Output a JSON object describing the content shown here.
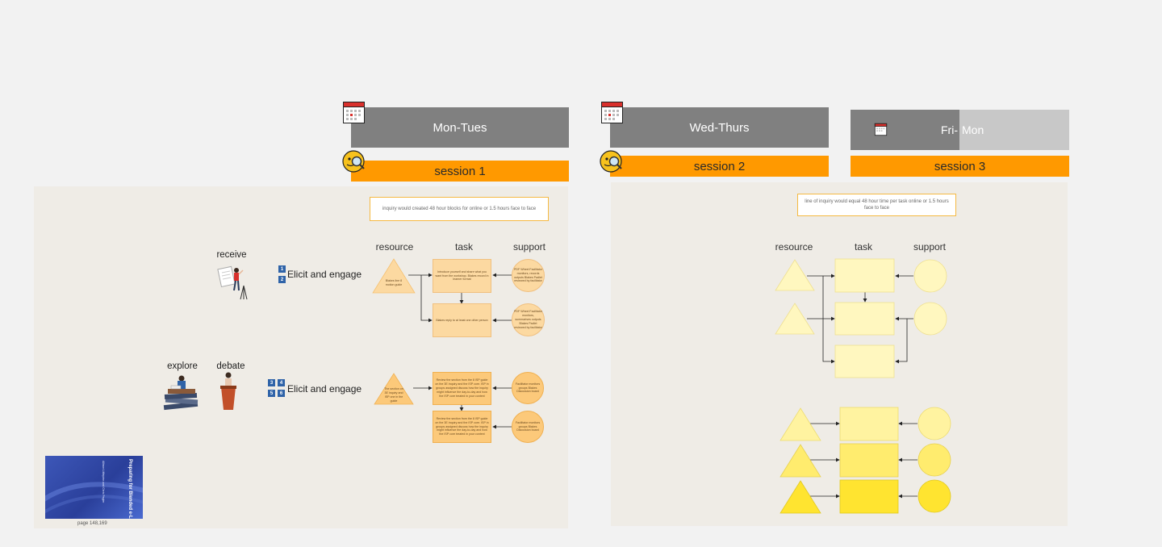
{
  "headers": {
    "mon_tues": "Mon-Tues",
    "wed_thurs": "Wed-Thurs",
    "fri_mon_left": "Fri-",
    "fri_mon_right": "Mon"
  },
  "sessions": [
    "session 1",
    "session 2",
    "session 3"
  ],
  "panel1": {
    "note": "inquiry would created 48 hour blocks for online or 1.5 hours face to face",
    "columns": [
      "resource",
      "task",
      "support"
    ],
    "row1": {
      "verb": "receive",
      "numbers": [
        "1",
        "2"
      ],
      "label": "Elicit and engage",
      "resource": "Blakes line 8 motion guide",
      "tasks": [
        "Introduce yourself and share what you want from the workshop. Blakes record in learner format",
        "Blakes reply to at least one other person"
      ],
      "supports": [
        "PDF Wheel Facilitator monitors, records outputs Blakes Padlet reviewed by facilitator",
        "PDF Wheel Facilitator monitors, summarises outputs Blakes Padlet reviewed by facilitator"
      ]
    },
    "row2": {
      "verbs": [
        "explore",
        "debate"
      ],
      "numbers": [
        "3",
        "4",
        "5",
        "6"
      ],
      "label": "Elicit and engage",
      "resource": "The section on 3E inquiry and ISP one in the guide",
      "tasks": [
        "Review the section from the 8 ISP guide on the 3E inquiry and the ISP core. ISP in groups assigned discuss how the inquiry might influence the day-to-day and how the ISP core treated in your context",
        "Review the section from the 8 ISP guide on the 3E inquiry and the ISP core. ISP in groups assigned discuss how the inquiry might influence the day-to-day and how the ISP core treated in your context"
      ],
      "supports": [
        "Facilitator monitors groups Blakes Discussion board",
        "Facilitator monitors groups Blakes Discussion board"
      ]
    },
    "book_caption": "page 148,169",
    "book_title": "Preparing for Blended e-Learning",
    "book_subtitle": "Allison Littlejohn and Chris Pegler"
  },
  "panel2": {
    "note": "line of inquiry would equal 48 hour time per task online or 1.5 hours face to face",
    "columns": [
      "resource",
      "task",
      "support"
    ]
  },
  "colors": {
    "header": "#808080",
    "header_light": "#c8c8c8",
    "session": "#ff9900",
    "panel": "#efece6",
    "shape_orange": "#fcd9a1",
    "shape_pale": "#fff7bf",
    "shape_yellow_1": "#fff3a0",
    "shape_yellow_2": "#ffec6e",
    "shape_yellow_3": "#ffe430"
  },
  "icons": [
    "calendar-icon",
    "face-magnifier-icon",
    "teacher-whiteboard-icon",
    "books-reader-icon",
    "speaker-podium-icon"
  ]
}
